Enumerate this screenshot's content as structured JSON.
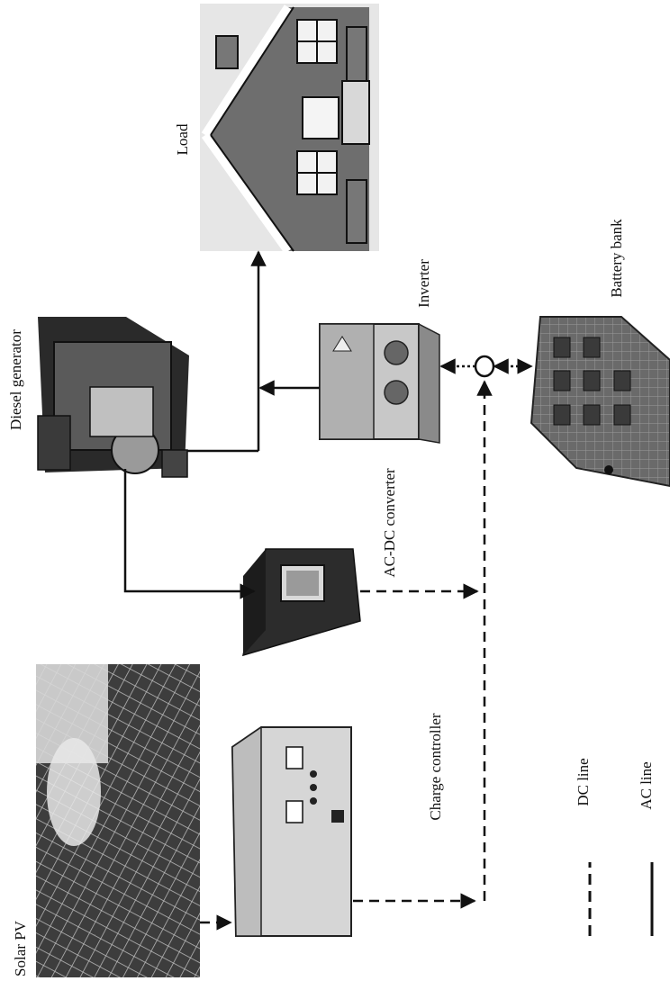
{
  "labels": {
    "solar_pv": "Solar PV",
    "charge_controller": "Charge controller",
    "ac_dc_converter": "AC-DC converter",
    "diesel_generator": "Diesel generator",
    "inverter": "Inverter",
    "battery_bank": "Battery bank",
    "load": "Load"
  },
  "legend": {
    "dc_line": "DC line",
    "ac_line": "AC line"
  }
}
